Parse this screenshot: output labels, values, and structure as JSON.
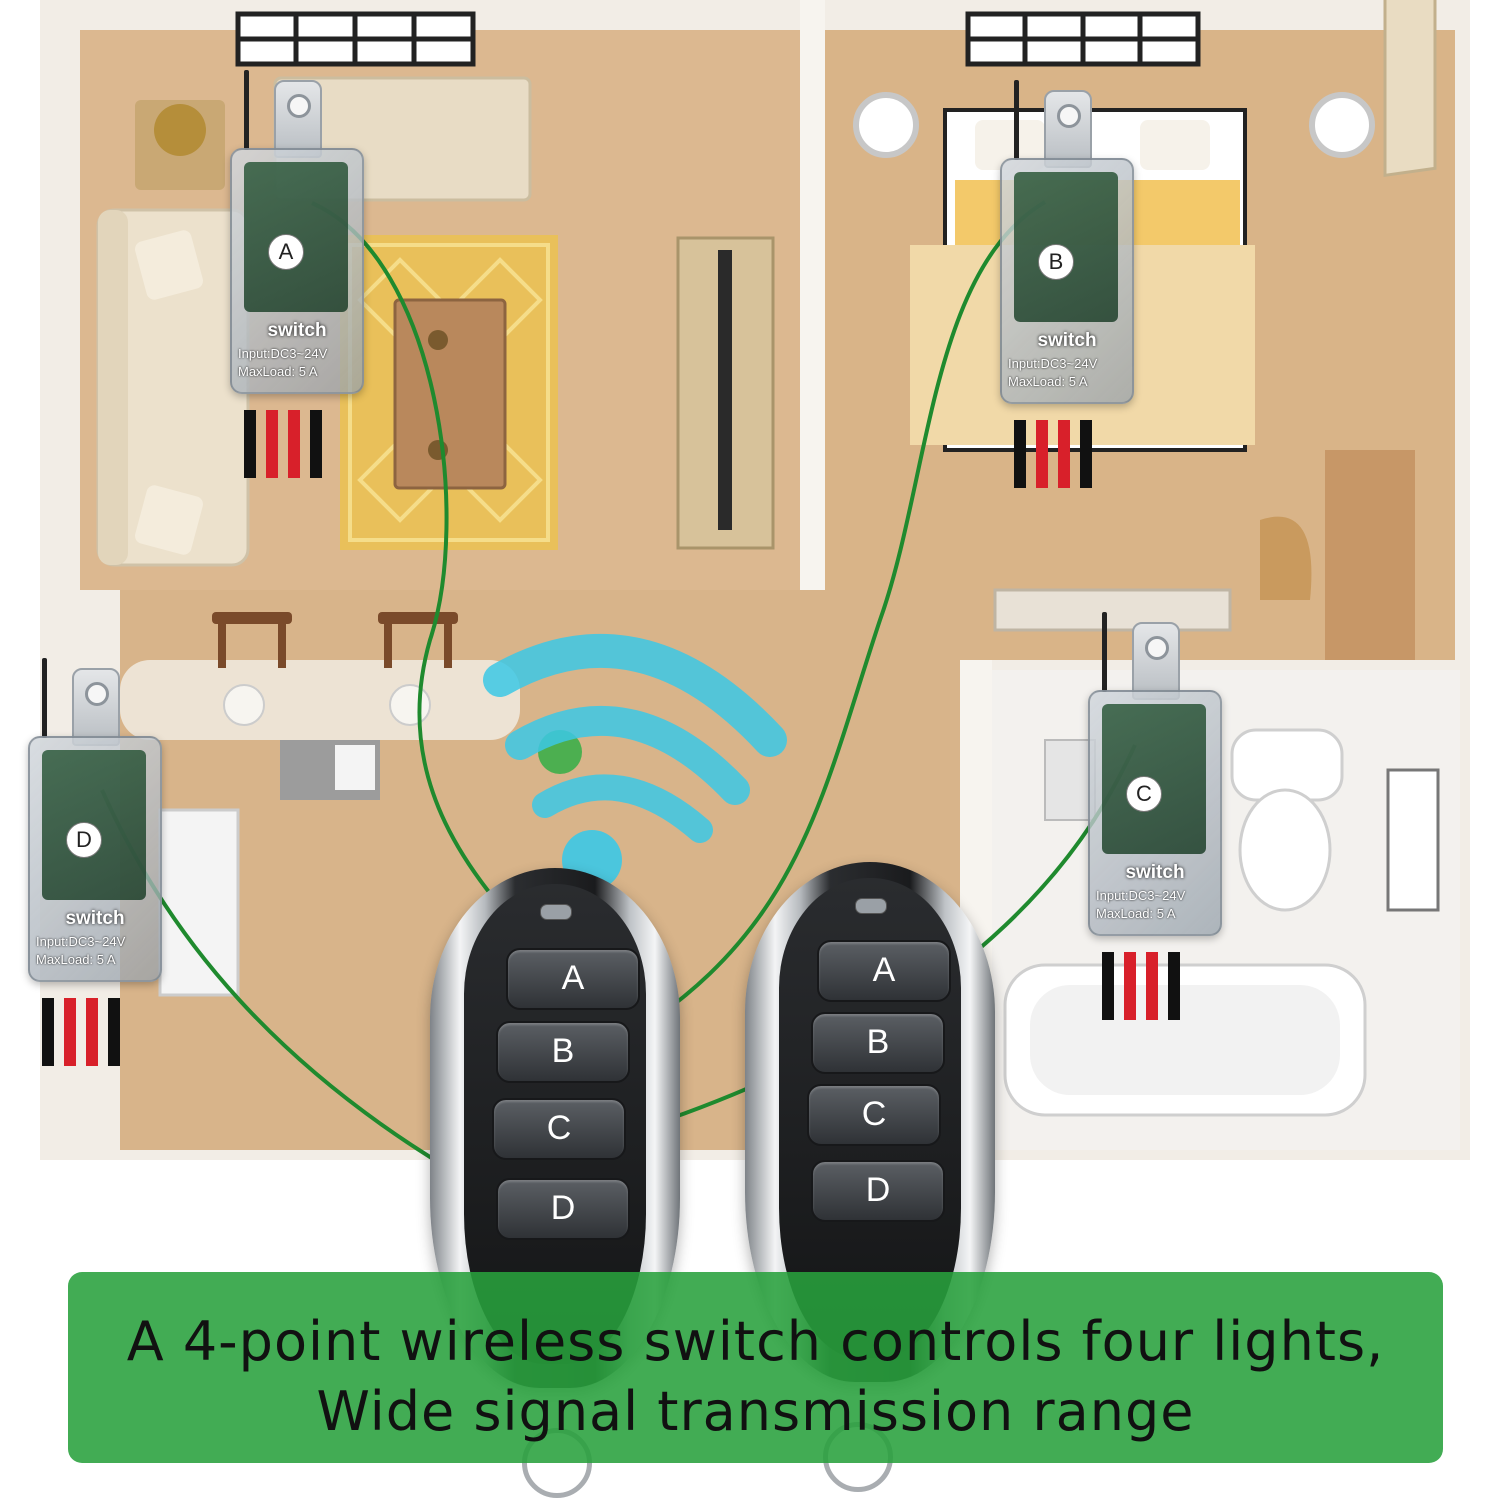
{
  "colors": {
    "floor": "#dcb890",
    "wall": "#f2ede6",
    "sofa": "#ece1cc",
    "rug": "#e9c05a",
    "link_line": "#1f8a2e",
    "signal": "#3cc8e6",
    "caption_bg": "#28a03c"
  },
  "modules": [
    {
      "id": "A",
      "letter": "A",
      "title": "switch",
      "input": "Input:DC3~24V",
      "load": "MaxLoad: 5 A"
    },
    {
      "id": "B",
      "letter": "B",
      "title": "switch",
      "input": "Input:DC3~24V",
      "load": "MaxLoad: 5 A"
    },
    {
      "id": "C",
      "letter": "C",
      "title": "switch",
      "input": "Input:DC3~24V",
      "load": "MaxLoad: 5 A"
    },
    {
      "id": "D",
      "letter": "D",
      "title": "switch",
      "input": "Input:DC3~24V",
      "load": "MaxLoad: 5 A"
    }
  ],
  "remotes": [
    {
      "buttons": [
        "A",
        "B",
        "C",
        "D"
      ]
    },
    {
      "buttons": [
        "A",
        "B",
        "C",
        "D"
      ]
    }
  ],
  "caption": {
    "line1": "A 4-point wireless switch controls four lights,",
    "line2": "Wide signal transmission range"
  }
}
